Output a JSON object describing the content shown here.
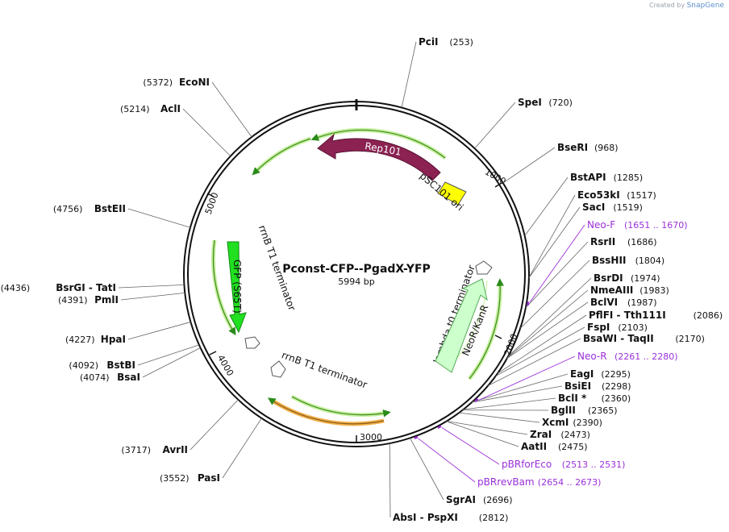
{
  "credit": {
    "prefix": "Created by",
    "brand": "SnapGene"
  },
  "plasmid": {
    "name": "Pconst-CFP--PgadX-YFP",
    "length_label": "5994 bp",
    "length": 5994
  },
  "tick_labels": [
    "1000",
    "2000",
    "3000",
    "4000",
    "5000"
  ],
  "sites": [
    {
      "name": "PciI",
      "pos_label": "(253)",
      "pos": 253
    },
    {
      "name": "SpeI",
      "pos_label": "(720)",
      "pos": 720
    },
    {
      "name": "BseRI",
      "pos_label": "(968)",
      "pos": 968
    },
    {
      "name": "BstAPI",
      "pos_label": "(1285)",
      "pos": 1285
    },
    {
      "name": "Eco53kI",
      "pos_label": "(1517)",
      "pos": 1517
    },
    {
      "name": "SacI",
      "pos_label": "(1519)",
      "pos": 1519
    },
    {
      "name": "RsrII",
      "pos_label": "(1686)",
      "pos": 1686
    },
    {
      "name": "BssHII",
      "pos_label": "(1804)",
      "pos": 1804
    },
    {
      "name": "BsrDI",
      "pos_label": "(1974)",
      "pos": 1974
    },
    {
      "name": "NmeAIII",
      "pos_label": "(1983)",
      "pos": 1983
    },
    {
      "name": "BclVI",
      "pos_label": "(1987)",
      "pos": 1987
    },
    {
      "name": "PflFI  - Tth111I",
      "pos_label": "(2086)",
      "pos": 2086
    },
    {
      "name": "FspI",
      "pos_label": "(2103)",
      "pos": 2103
    },
    {
      "name": "BsaWI  - TaqII",
      "pos_label": "(2170)",
      "pos": 2170
    },
    {
      "name": "EagI",
      "pos_label": "(2295)",
      "pos": 2295
    },
    {
      "name": "BsiEI",
      "pos_label": "(2298)",
      "pos": 2298
    },
    {
      "name": "BclI *",
      "pos_label": "(2360)",
      "pos": 2360
    },
    {
      "name": "BglII",
      "pos_label": "(2365)",
      "pos": 2365
    },
    {
      "name": "XcmI",
      "pos_label": "(2390)",
      "pos": 2390
    },
    {
      "name": "ZraI",
      "pos_label": "(2473)",
      "pos": 2473
    },
    {
      "name": "AatII",
      "pos_label": "(2475)",
      "pos": 2475
    },
    {
      "name": "SgrAI",
      "pos_label": "(2696)",
      "pos": 2696
    },
    {
      "name": "AbsI  - PspXI",
      "pos_label": "(2812)",
      "pos": 2812
    },
    {
      "name": "PasI",
      "pos_label": "(3552)",
      "pos": 3552
    },
    {
      "name": "AvrII",
      "pos_label": "(3717)",
      "pos": 3717
    },
    {
      "name": "BsaI",
      "pos_label": "(4074)",
      "pos": 4074
    },
    {
      "name": "BstBI",
      "pos_label": "(4092)",
      "pos": 4092
    },
    {
      "name": "HpaI",
      "pos_label": "(4227)",
      "pos": 4227
    },
    {
      "name": "PmlI",
      "pos_label": "(4391)",
      "pos": 4391
    },
    {
      "name": "BsrGI  - TatI",
      "pos_label": "(4436)",
      "pos": 4436
    },
    {
      "name": "BstEII",
      "pos_label": "(4756)",
      "pos": 4756
    },
    {
      "name": "AclI",
      "pos_label": "(5214)",
      "pos": 5214
    },
    {
      "name": "EcoNI",
      "pos_label": "(5372)",
      "pos": 5372
    }
  ],
  "primers": [
    {
      "name": "Neo-F",
      "range": "(1651 .. 1670)",
      "start": 1651
    },
    {
      "name": "Neo-R",
      "range": "(2261 .. 2280)",
      "start": 2261
    },
    {
      "name": "pBRforEco",
      "range": "(2513 .. 2531)",
      "start": 2513
    },
    {
      "name": "pBRrevBam",
      "range": "(2654 .. 2673)",
      "start": 2654
    }
  ],
  "features": [
    {
      "label": "Rep101",
      "color": "#8b2252"
    },
    {
      "label": "pSC101 ori",
      "color": "#ffff00"
    },
    {
      "label": "GFP (S65T)",
      "color": "#20e020"
    },
    {
      "label": "rrnB T1 terminator",
      "color": "#ffffff"
    },
    {
      "label": "rrnB T1 terminator",
      "color": "#ffffff"
    },
    {
      "label": "lambda t0 terminator",
      "color": "#ffffff"
    },
    {
      "label": "NeoR/KanR",
      "color": "#ccffcc"
    }
  ],
  "colors": {
    "backbone": "#111111",
    "leader": "#555555",
    "primer": "#9b30d9",
    "green_arc": "#7cc94a",
    "orange_arc": "#f2b24b"
  }
}
